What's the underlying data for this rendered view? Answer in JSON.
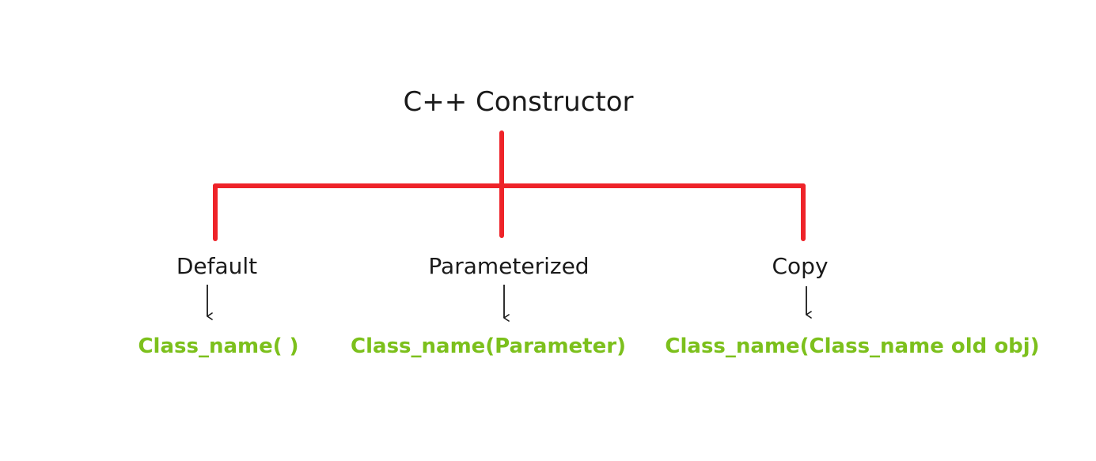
{
  "diagram": {
    "title": "C++ Constructor",
    "branches": [
      {
        "name": "Default",
        "syntax": "Class_name( )"
      },
      {
        "name": "Parameterized",
        "syntax": "Class_name(Parameter)"
      },
      {
        "name": "Copy",
        "syntax": "Class_name(Class_name old obj)"
      }
    ]
  },
  "colors": {
    "connector": "#ee2329",
    "syntax": "#7cc01c",
    "text": "#1a1a1a",
    "arrow": "#1a1a1a"
  }
}
